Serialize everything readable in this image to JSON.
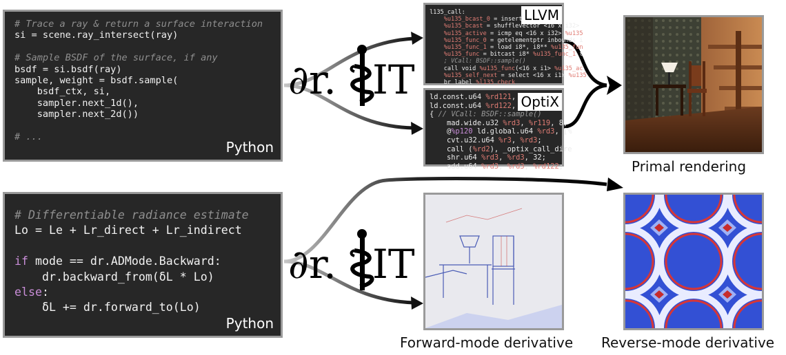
{
  "top_code": {
    "lines": [
      [
        {
          "t": "# Trace a ray & return a surface interaction",
          "k": "cm"
        }
      ],
      [
        {
          "t": "si = scene.ray_intersect(ray)",
          "k": ""
        }
      ],
      [
        {
          "t": "",
          "k": ""
        }
      ],
      [
        {
          "t": "# Sample BSDF of the surface, if any",
          "k": "cm"
        }
      ],
      [
        {
          "t": "bsdf = si.bsdf(ray)",
          "k": ""
        }
      ],
      [
        {
          "t": "sample, weight = bsdf.sample(",
          "k": ""
        }
      ],
      [
        {
          "t": "    bsdf_ctx, si,",
          "k": ""
        }
      ],
      [
        {
          "t": "    sampler.next_1d(),",
          "k": ""
        }
      ],
      [
        {
          "t": "    sampler.next_2d())",
          "k": ""
        }
      ],
      [
        {
          "t": "",
          "k": ""
        }
      ],
      [
        {
          "t": "# ...",
          "k": "cm"
        }
      ]
    ],
    "language": "Python"
  },
  "bottom_code": {
    "lines": [
      [
        {
          "t": "# Differentiable radiance estimate",
          "k": "cm"
        }
      ],
      [
        {
          "t": "Lo = Le + Lr_direct + Lr_indirect",
          "k": ""
        }
      ],
      [
        {
          "t": "",
          "k": ""
        }
      ],
      [
        {
          "t": "if",
          "k": "kw"
        },
        {
          "t": " mode == dr.ADMode.Backward:",
          "k": ""
        }
      ],
      [
        {
          "t": "    dr.backward_from(δL * Lo)",
          "k": ""
        }
      ],
      [
        {
          "t": "else",
          "k": "kw"
        },
        {
          "t": ":",
          "k": ""
        }
      ],
      [
        {
          "t": "    δL += dr.forward_to(Lo)",
          "k": ""
        }
      ]
    ],
    "language": "Python"
  },
  "logo": {
    "prefix": "∂r.",
    "suffix": "IT"
  },
  "llvm": {
    "badge": "LLVM",
    "lines": [
      [
        {
          "t": "l135_call:",
          "k": ""
        }
      ],
      [
        {
          "t": "    %u135_bcast_0",
          "k": "r"
        },
        {
          "t": " = insertel",
          "k": ""
        }
      ],
      [
        {
          "t": "    %u135_bcast",
          "k": "r"
        },
        {
          "t": " = shufflevector <16 x i32>",
          "k": ""
        }
      ],
      [
        {
          "t": "    %u135_active",
          "k": "r"
        },
        {
          "t": " = icmp eq <16 x i32> ",
          "k": ""
        },
        {
          "t": "%u135",
          "k": "r"
        }
      ],
      [
        {
          "t": "    %u135_func_0",
          "k": "r"
        },
        {
          "t": " = getelementptr inbounds i",
          "k": ""
        }
      ],
      [
        {
          "t": "    %u135_func_1",
          "k": "r"
        },
        {
          "t": " = load i8*, i8** ",
          "k": ""
        },
        {
          "t": "%u135_fun",
          "k": "r"
        }
      ],
      [
        {
          "t": "    %u135_func",
          "k": "r"
        },
        {
          "t": " = bitcast i8* ",
          "k": ""
        },
        {
          "t": "%u135_func_1",
          "k": "r"
        },
        {
          "t": " t",
          "k": ""
        }
      ],
      [
        {
          "t": "    ; VCall: BSDF::sample()",
          "k": "c"
        }
      ],
      [
        {
          "t": "    call void ",
          "k": ""
        },
        {
          "t": "%u135_func",
          "k": "r"
        },
        {
          "t": "(<16 x i1> ",
          "k": ""
        },
        {
          "t": "%u135_ac",
          "k": "r"
        }
      ],
      [
        {
          "t": "    %u135_self_next",
          "k": "r"
        },
        {
          "t": " = select <16 x i1> ",
          "k": ""
        },
        {
          "t": "%u135",
          "k": "r"
        }
      ],
      [
        {
          "t": "    br label ",
          "k": ""
        },
        {
          "t": "%l135_check",
          "k": "r"
        }
      ]
    ]
  },
  "optix": {
    "badge": "OptiX",
    "lines": [
      [
        {
          "t": "ld.const.u64 ",
          "k": ""
        },
        {
          "t": "%rd121",
          "k": "r"
        },
        {
          "t": ", [",
          "k": ""
        }
      ],
      [
        {
          "t": "ld.const.u64 ",
          "k": ""
        },
        {
          "t": "%rd122",
          "k": "r"
        },
        {
          "t": ", [",
          "k": ""
        }
      ],
      [
        {
          "t": "{ ",
          "k": ""
        },
        {
          "t": "// VCall: BSDF::sample()",
          "k": "c"
        }
      ],
      [
        {
          "t": "    mad.wide.u32 ",
          "k": ""
        },
        {
          "t": "%rd3",
          "k": "r"
        },
        {
          "t": ", ",
          "k": ""
        },
        {
          "t": "%r119",
          "k": "r"
        },
        {
          "t": ", 8,",
          "k": ""
        }
      ],
      [
        {
          "t": "    @",
          "k": ""
        },
        {
          "t": "%p120",
          "k": "p"
        },
        {
          "t": " ld.global.u64 ",
          "k": ""
        },
        {
          "t": "%rd3",
          "k": "r"
        },
        {
          "t": ", [%",
          "k": ""
        }
      ],
      [
        {
          "t": "    cvt.u32.u64 ",
          "k": ""
        },
        {
          "t": "%r3",
          "k": "r"
        },
        {
          "t": ", ",
          "k": ""
        },
        {
          "t": "%rd3",
          "k": "r"
        },
        {
          "t": ";",
          "k": ""
        }
      ],
      [
        {
          "t": "    call (",
          "k": ""
        },
        {
          "t": "%rd2",
          "k": "r"
        },
        {
          "t": "), _optix_call_dire",
          "k": ""
        }
      ],
      [
        {
          "t": "    shr.u64 ",
          "k": ""
        },
        {
          "t": "%rd3",
          "k": "r"
        },
        {
          "t": ", ",
          "k": ""
        },
        {
          "t": "%rd3",
          "k": "r"
        },
        {
          "t": ", 32;",
          "k": ""
        }
      ],
      [
        {
          "t": "    add.u64 ",
          "k": ""
        },
        {
          "t": "%rd3",
          "k": "r"
        },
        {
          "t": ", ",
          "k": ""
        },
        {
          "t": "%rd3",
          "k": "r"
        },
        {
          "t": ", ",
          "k": ""
        },
        {
          "t": "%rd122",
          "k": "r"
        },
        {
          "t": ";",
          "k": ""
        }
      ]
    ]
  },
  "captions": {
    "primal": "Primal rendering",
    "forward": "Forward-mode derivative",
    "reverse": "Reverse-mode derivative"
  },
  "colors": {
    "code_bg": "#272727",
    "panel_border": "#9a9a9a",
    "comment": "#8f8f8f",
    "keyword": "#c98ed8",
    "register": "#e07c74",
    "derivative_blue": "#2f4fc8",
    "derivative_red": "#d02a2a"
  }
}
